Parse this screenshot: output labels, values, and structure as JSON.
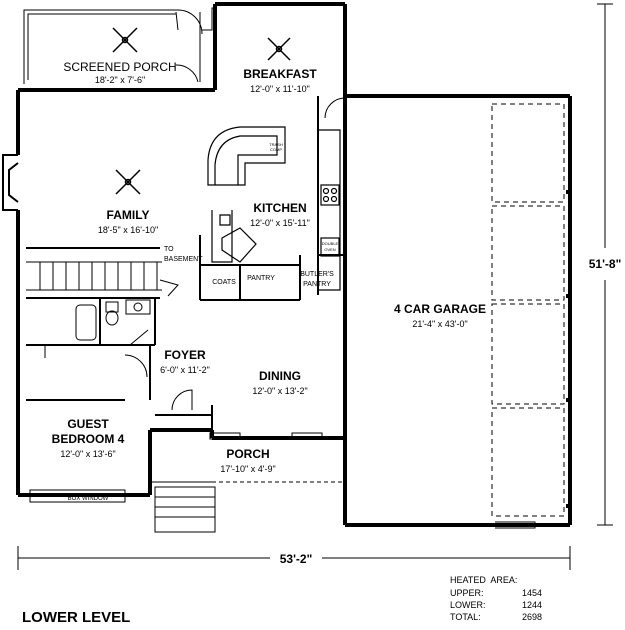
{
  "title": "LOWER LEVEL",
  "rooms": {
    "screened_porch": {
      "name": "SCREENED PORCH",
      "size": "18'-2\" x 7'-6\""
    },
    "breakfast": {
      "name": "BREAKFAST",
      "size": "12'-0\" x 11'-10\""
    },
    "family": {
      "name": "FAMILY",
      "size": "18'-5\" x 16'-10\""
    },
    "kitchen": {
      "name": "KITCHEN",
      "size": "12'-0\" x 15'-11\""
    },
    "garage": {
      "name": "4 CAR GARAGE",
      "size": "21'-4\" x 43'-0\""
    },
    "foyer": {
      "name": "FOYER",
      "size": "6'-0\" x 11'-2\""
    },
    "dining": {
      "name": "DINING",
      "size": "12'-0\" x 13'-2\""
    },
    "guest_bedroom": {
      "name": "GUEST BEDROOM 4",
      "line1": "GUEST",
      "line2": "BEDROOM 4",
      "size": "12'-0\" x 13'-6\""
    },
    "porch": {
      "name": "PORCH",
      "size": "17'-10\" x 4'-9\""
    }
  },
  "labels": {
    "to_basement_1": "TO",
    "to_basement_2": "BASEMENT",
    "coats": "COATS",
    "pantry": "PANTRY",
    "butlers_pantry_1": "BUTLER'S",
    "butlers_pantry_2": "PANTRY",
    "box_window": "BOX WINDOW",
    "trash_comp_1": "TRASH",
    "trash_comp_2": "COMP",
    "double_oven_1": "DOUBLE",
    "double_oven_2": "OVEN"
  },
  "dimensions": {
    "overall_width": "53'-2\"",
    "overall_depth": "51'-8\""
  },
  "heated_area": {
    "heading": "HEATED  AREA:",
    "rows": [
      {
        "label": "UPPER:",
        "value": "1454"
      },
      {
        "label": "LOWER:",
        "value": "1244"
      },
      {
        "label": "TOTAL:",
        "value": "2698"
      }
    ]
  }
}
